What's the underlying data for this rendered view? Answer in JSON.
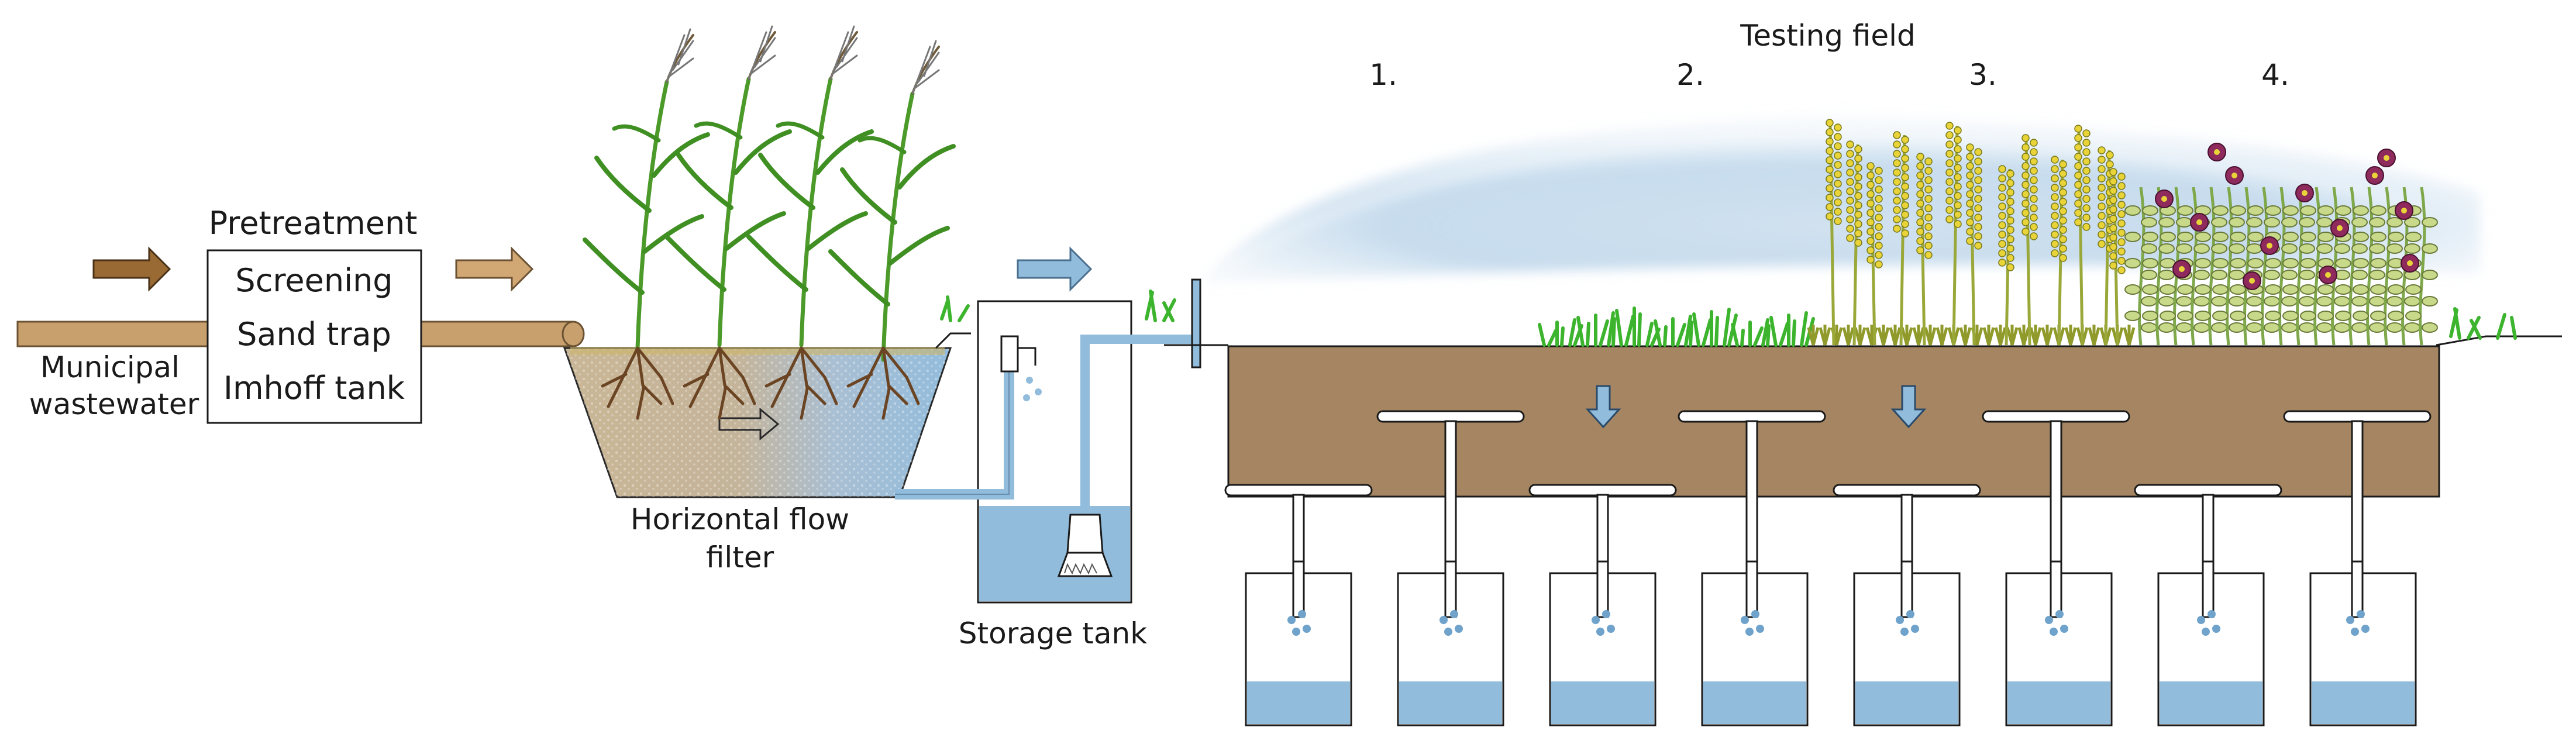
{
  "labels": {
    "municipal": "Municipal",
    "wastewater": "wastewater",
    "pretreatment": "Pretreatment",
    "screening": "Screening",
    "sand_trap": "Sand trap",
    "imhoff_tank": "Imhoff tank",
    "hff_line1": "Horizontal flow",
    "hff_line2": "filter",
    "storage_tank": "Storage tank",
    "testing_field": "Testing field",
    "plot1": "1.",
    "plot2": "2.",
    "plot3": "3.",
    "plot4": "4."
  },
  "colors": {
    "pipe_brown": "#c8a06e",
    "arrow_dark": "#9a6a34",
    "arrow_light": "#d1a873",
    "water_blue": "#92bcdc",
    "soil_brown": "#a68662",
    "filter_beige": "#c9b696",
    "grass_green": "#3db42e",
    "reed_green": "#4c9a2a",
    "root_brown": "#6b4423",
    "flower_yellow": "#e8d438",
    "flower_purple": "#8e2a5c",
    "mist_blue": "#b9d3e9"
  }
}
